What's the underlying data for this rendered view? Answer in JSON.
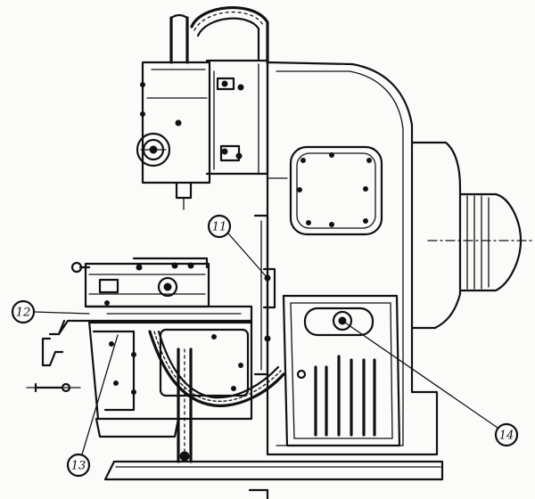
{
  "diagram": {
    "callouts": [
      {
        "id": "c11",
        "text": "11"
      },
      {
        "id": "c12",
        "text": "12"
      },
      {
        "id": "c13",
        "text": "13"
      },
      {
        "id": "c14",
        "text": "14"
      }
    ]
  }
}
